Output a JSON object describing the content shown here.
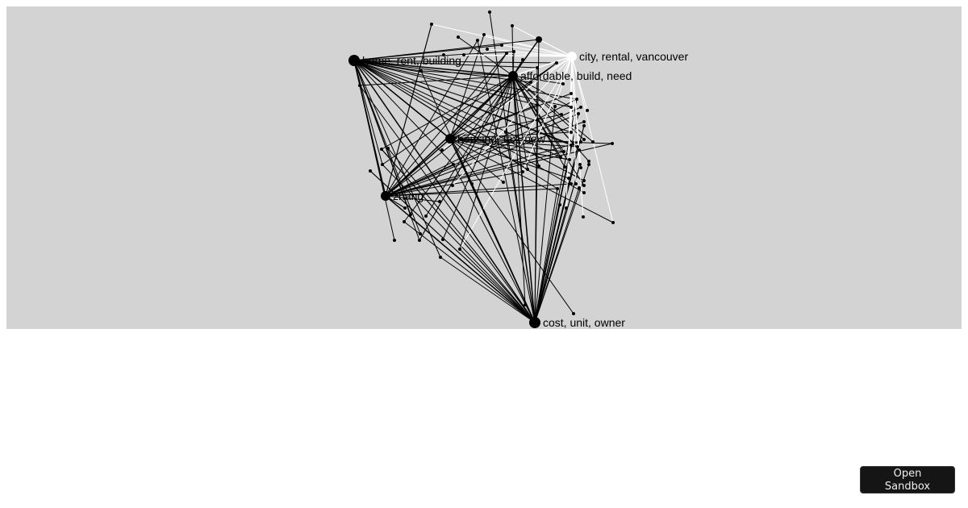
{
  "graph": {
    "background": "#d3d3d3",
    "edge_color": "#000000",
    "hubs": [
      {
        "id": "home",
        "label": "home, rent, building",
        "color": "#000000"
      },
      {
        "id": "city",
        "label": "city, rental, vancouver",
        "color": "#ffffff"
      },
      {
        "id": "affordable",
        "label": "affordable, build, need",
        "color": "#000000"
      },
      {
        "id": "housing",
        "label": "housing, tax, new",
        "color": "#000000"
      },
      {
        "id": "zhang",
        "label": "zhang",
        "color": "#000000"
      },
      {
        "id": "cost",
        "label": "cost, unit, owner",
        "color": "#000000"
      }
    ]
  },
  "sandbox_button": {
    "label": "Open Sandbox"
  }
}
